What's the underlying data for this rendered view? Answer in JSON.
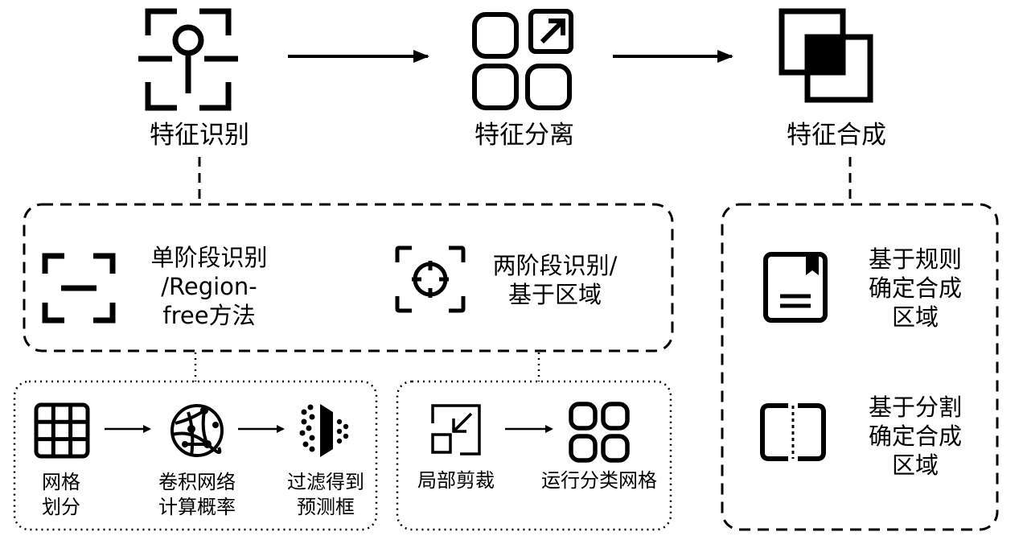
{
  "top": {
    "stage1": "特征识别",
    "stage2": "特征分离",
    "stage3": "特征合成"
  },
  "detect_methods": {
    "single_stage": "单阶段识别\n/Region-\nfree方法",
    "two_stage": "两阶段识别/\n基于区域"
  },
  "single_stage_steps": {
    "grid": "网格\n划分",
    "cnn": "卷积网络\n计算概率",
    "filter": "过滤得到\n预测框"
  },
  "two_stage_steps": {
    "crop": "局部剪裁",
    "classify": "运行分类网格"
  },
  "synthesis_methods": {
    "rule_based": "基于规则\n确定合成\n区域",
    "segmentation_based": "基于分割\n确定合成\n区域"
  },
  "colors": {
    "line": "#000000",
    "background": "#ffffff"
  },
  "icons": [
    "scan-focus-icon",
    "apps-arrow-icon",
    "layers-icon",
    "frame-minus-icon",
    "crosshair-icon",
    "grid-icon",
    "network-globe-icon",
    "filter-icon",
    "minimize-arrow-icon",
    "four-squares-icon",
    "document-bookmark-icon",
    "split-frame-icon"
  ]
}
